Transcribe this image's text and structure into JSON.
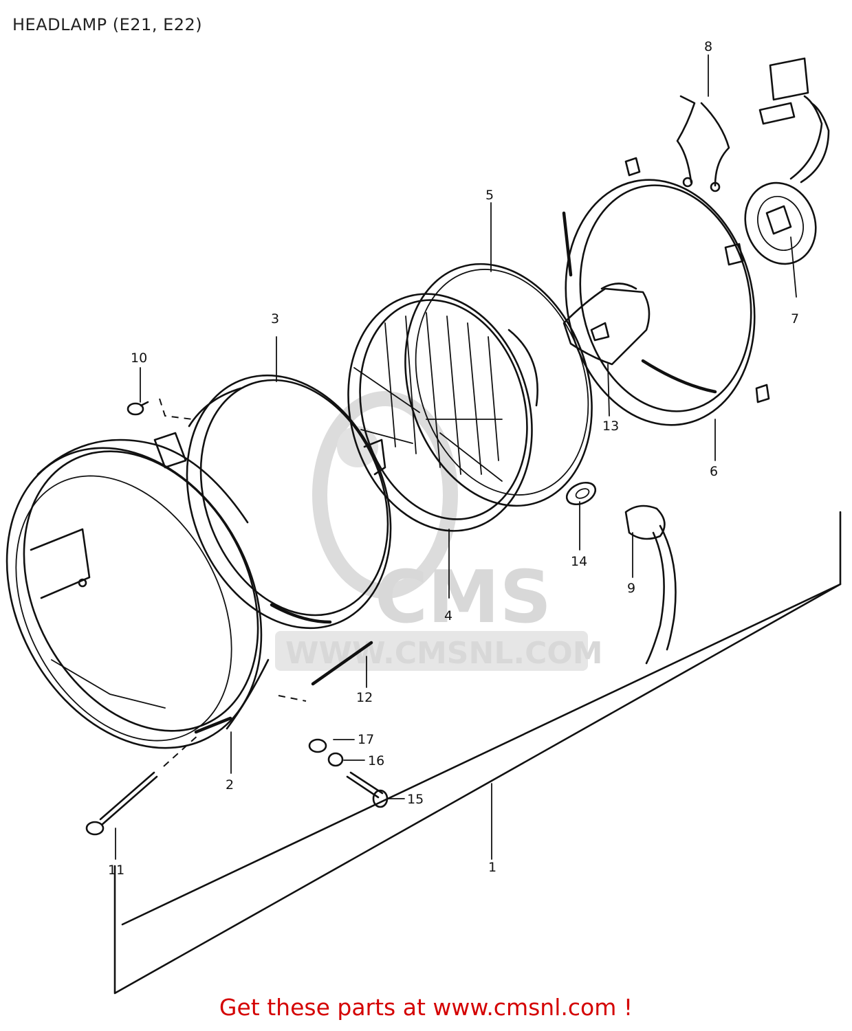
{
  "title": "HEADLAMP (E21, E22)",
  "footer": {
    "text": "Get these parts at www.cmsnl.com !"
  },
  "watermark": {
    "logo": "CMS",
    "url": "WWW.CMSNL.COM"
  },
  "callouts": [
    {
      "id": "c1",
      "label": "1"
    },
    {
      "id": "c2",
      "label": "2"
    },
    {
      "id": "c3",
      "label": "3"
    },
    {
      "id": "c4",
      "label": "4"
    },
    {
      "id": "c5",
      "label": "5"
    },
    {
      "id": "c6",
      "label": "6"
    },
    {
      "id": "c7",
      "label": "7"
    },
    {
      "id": "c8",
      "label": "8"
    },
    {
      "id": "c9",
      "label": "9"
    },
    {
      "id": "c10",
      "label": "10"
    },
    {
      "id": "c11",
      "label": "11"
    },
    {
      "id": "c12",
      "label": "12"
    },
    {
      "id": "c13",
      "label": "13"
    },
    {
      "id": "c14",
      "label": "14"
    },
    {
      "id": "c15",
      "label": "15"
    },
    {
      "id": "c16",
      "label": "16"
    },
    {
      "id": "c17",
      "label": "17"
    }
  ],
  "colors": {
    "footer_text": "#d40000",
    "line_art": "#111111",
    "watermark": "#d8d8d8"
  }
}
